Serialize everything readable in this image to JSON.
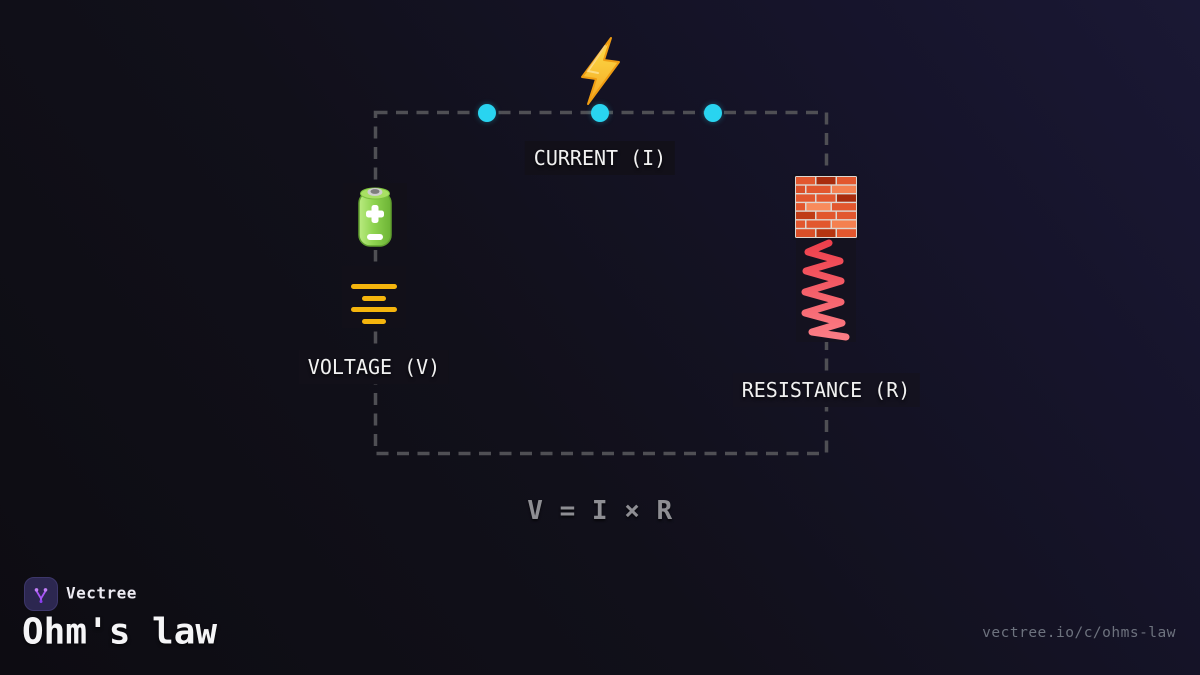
{
  "card": {
    "labels": {
      "current": "CURRENT (I)",
      "voltage": "VOLTAGE (V)",
      "resistance": "RESISTANCE (R)"
    },
    "formula": "V = I × R",
    "icons": [
      {
        "name": "high-voltage-icon",
        "glyph": "⚡"
      },
      {
        "name": "battery-icon",
        "glyph": "🔋"
      },
      {
        "name": "voltage-level-icon",
        "glyph": "≡"
      },
      {
        "name": "brick-wall-icon",
        "glyph": "🧱"
      },
      {
        "name": "resistor-coil-icon",
        "glyph": "〰"
      },
      {
        "name": "vectree-logo-icon",
        "glyph": "ψ"
      }
    ],
    "colors": {
      "accent_cyan": "#29d4f0",
      "accent_amber": "#f5b50d",
      "accent_red": "#f4545f",
      "accent_purple": "#a855f7",
      "dash_gray": "#4f4f54",
      "formula_gray": "#8e8e93"
    }
  },
  "footer": {
    "brand": "Vectree",
    "title": "Ohm's law",
    "url": "vectree.io/c/ohms-law"
  }
}
